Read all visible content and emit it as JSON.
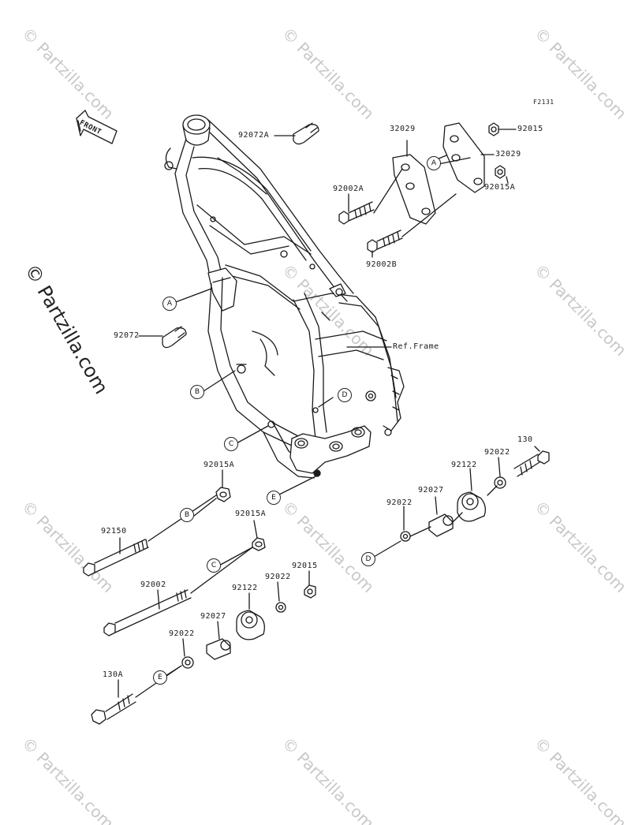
{
  "diagram_code": "F2131",
  "front_label": "FRONT",
  "ref_label": "Ref.Frame",
  "watermark": "© Partzilla.com",
  "callouts": {
    "a": "A",
    "b": "B",
    "c": "C",
    "d": "D",
    "e": "E"
  },
  "parts": {
    "p92072a": "92072A",
    "p92072": "92072",
    "p32029_1": "32029",
    "p32029_2": "32029",
    "p92015_top": "92015",
    "p92015a_top": "92015A",
    "p92002a": "92002A",
    "p92002b": "92002B",
    "p130": "130",
    "p92022_r1": "92022",
    "p92122_r": "92122",
    "p92027_r": "92027",
    "p92022_r2": "92022",
    "p92015a_1": "92015A",
    "p92150": "92150",
    "p92015a_2": "92015A",
    "p92002": "92002",
    "p92015_bot": "92015",
    "p92022_b1": "92022",
    "p92122_b": "92122",
    "p92027_b": "92027",
    "p92022_b2": "92022",
    "p130a": "130A"
  },
  "colors": {
    "ink": "#1a1a1a",
    "watermark": "#c8c8c8"
  }
}
